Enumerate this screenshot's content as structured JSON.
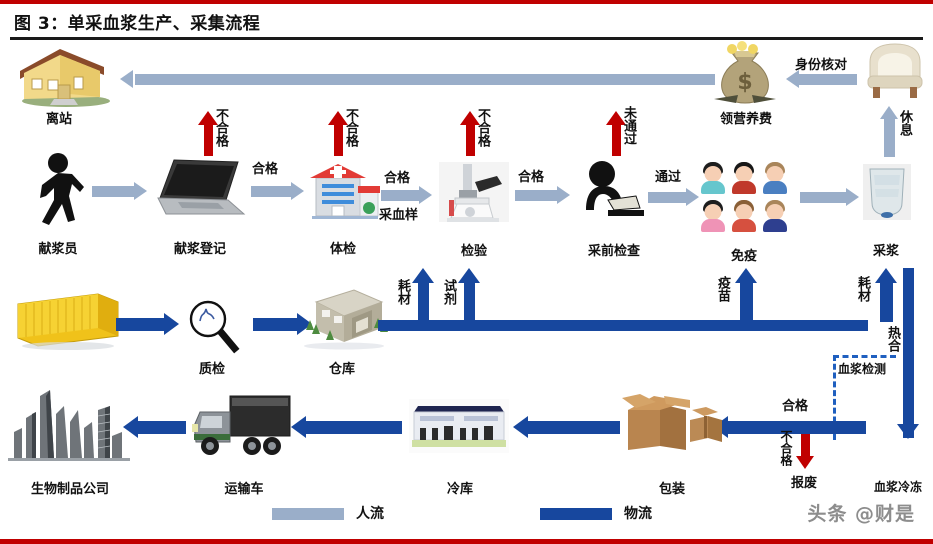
{
  "header": {
    "title": "图 3：单采血浆生产、采集流程",
    "rule_color_top": "#c00000",
    "rule_color_under_title": "#1a1a1a"
  },
  "colors": {
    "people_flow": "#9aaec9",
    "logistics_flow": "#17479e",
    "reject": "#c00000",
    "dashed_box": "#1f5fbf"
  },
  "nodes": {
    "station_exit": "离站",
    "donor": "献浆员",
    "registration": "献浆登记",
    "physical_exam": "体检",
    "inspection": "检验",
    "pre_collection_check": "采前检查",
    "immunization": "免疫",
    "plasma_collection": "采浆",
    "allowance": "领营养费",
    "rest": "休息",
    "quality_check": "质检",
    "warehouse": "仓库",
    "bio_company": "生物制品公司",
    "transport_truck": "运输车",
    "cold_storage": "冷库",
    "packaging": "包装",
    "scrap": "报废",
    "plasma_freezing": "血浆冷冻"
  },
  "edges": {
    "pass_1": "合格",
    "pass_2": "合格",
    "pass_3": "合格",
    "blood_sample": "采血样",
    "pass_4": "通过",
    "fail_1": "不合格",
    "fail_2": "不合格",
    "fail_3": "不合格",
    "not_passed": "未通过",
    "identity_check": "身份核对",
    "rest_label": "休息",
    "consumable_1": "耗材",
    "reagent": "试剂",
    "vaccine": "疫苗",
    "consumable_2": "耗材",
    "heat_seal": "热合",
    "plasma_test": "血浆检测",
    "qualified_bottom": "合格",
    "unqualified_bottom": "不合格"
  },
  "legend": {
    "items": [
      {
        "label": "人流",
        "color": "#9aaec9"
      },
      {
        "label": "物流",
        "color": "#17479e"
      }
    ]
  },
  "watermark": "头条 @财是"
}
